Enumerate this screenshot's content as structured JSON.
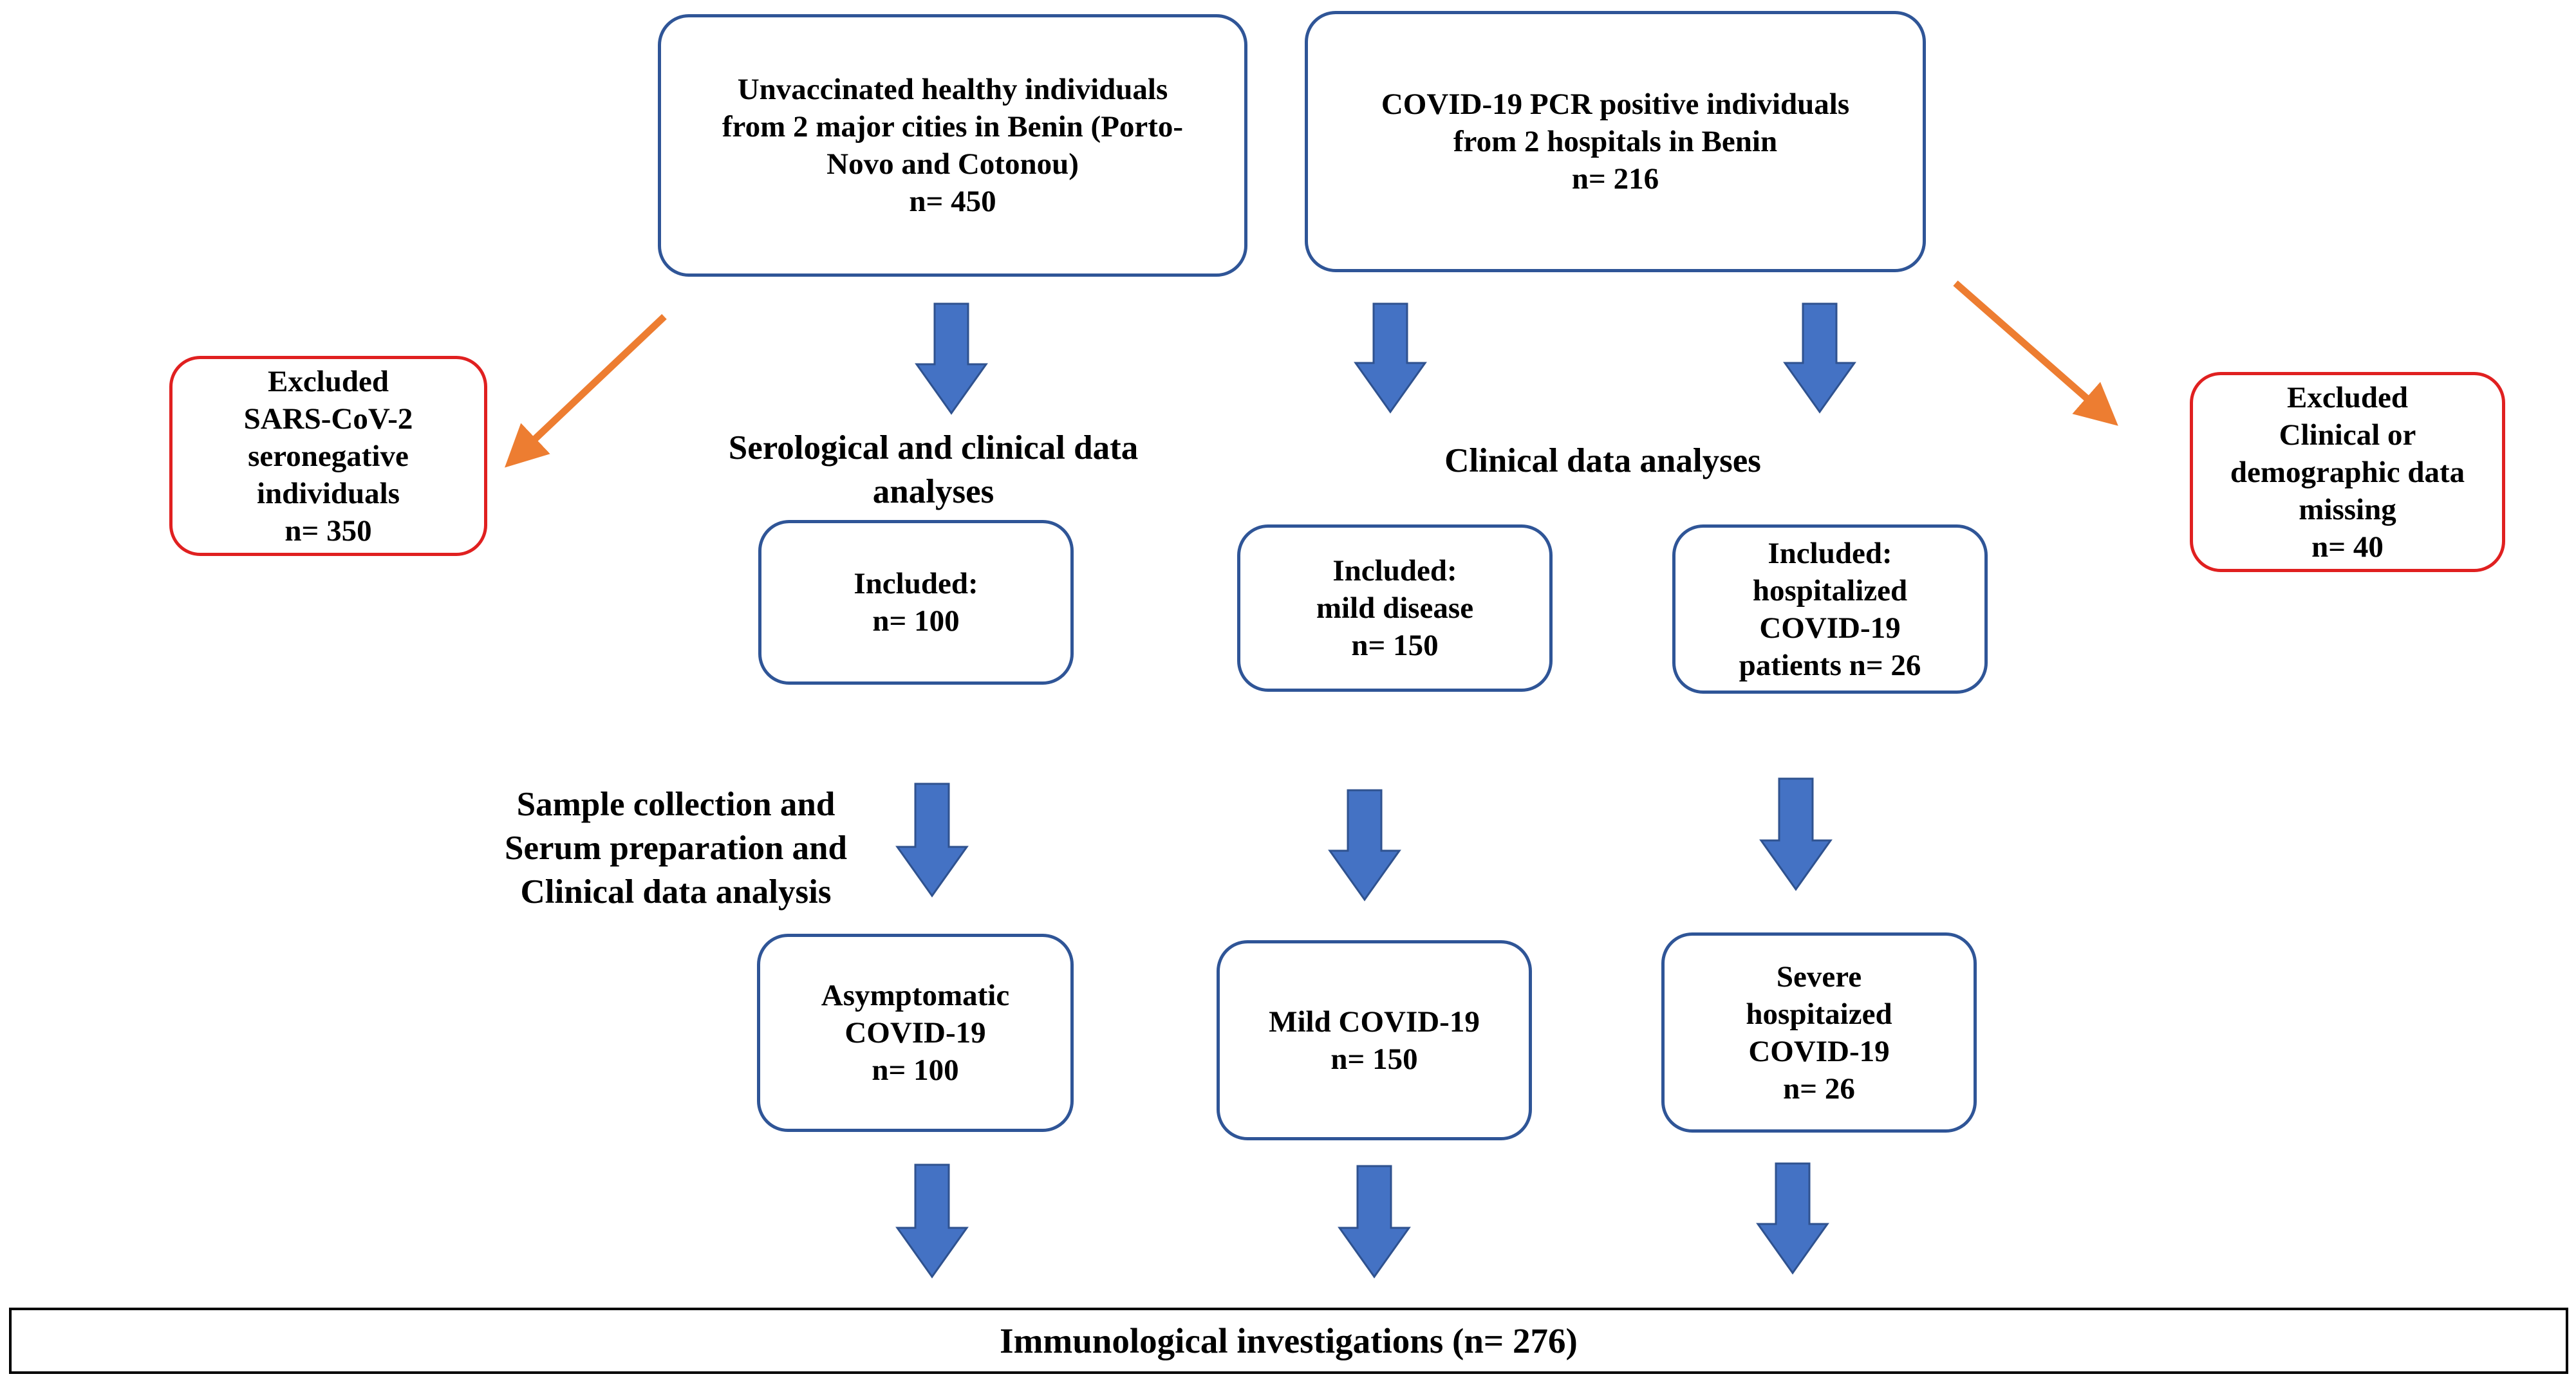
{
  "colors": {
    "box_border": "#2f5597",
    "excluded_border": "#e02020",
    "down_arrow": "#4472c4",
    "exclusion_arrow": "#ed7d31"
  },
  "top_left": {
    "lines": [
      "Unvaccinated healthy individuals",
      "from 2 major cities in Benin (Porto-",
      "Novo and Cotonou)",
      "n= 450"
    ]
  },
  "top_right": {
    "lines": [
      "COVID-19 PCR positive individuals",
      "from 2 hospitals in Benin",
      "n= 216"
    ]
  },
  "excluded_left": {
    "lines": [
      "Excluded",
      "SARS-CoV-2",
      "seronegative",
      "individuals",
      "n= 350"
    ]
  },
  "excluded_right": {
    "lines": [
      "Excluded",
      "Clinical or",
      "demographic data",
      "missing",
      "n= 40"
    ]
  },
  "serological_label": {
    "lines": [
      "Serological and clinical data",
      "analyses"
    ]
  },
  "clinical_label": {
    "lines": [
      "Clinical data analyses"
    ]
  },
  "included_1": {
    "lines": [
      "Included:",
      "n= 100"
    ]
  },
  "included_2": {
    "lines": [
      "Included:",
      "mild disease",
      "n= 150"
    ]
  },
  "included_3": {
    "lines": [
      "Included:",
      "hospitalized",
      "COVID-19",
      "patients n= 26"
    ]
  },
  "sample_label": {
    "lines": [
      "Sample collection and",
      "Serum preparation and",
      "Clinical data analysis"
    ]
  },
  "group_1": {
    "lines": [
      "Asymptomatic",
      "COVID-19",
      "n= 100"
    ]
  },
  "group_2": {
    "lines": [
      "Mild COVID-19",
      "n= 150"
    ]
  },
  "group_3": {
    "lines": [
      "Severe",
      "hospitaized",
      "COVID-19",
      "n= 26"
    ]
  },
  "final": {
    "lines": [
      "Immunological  investigations (n= 276)"
    ]
  }
}
